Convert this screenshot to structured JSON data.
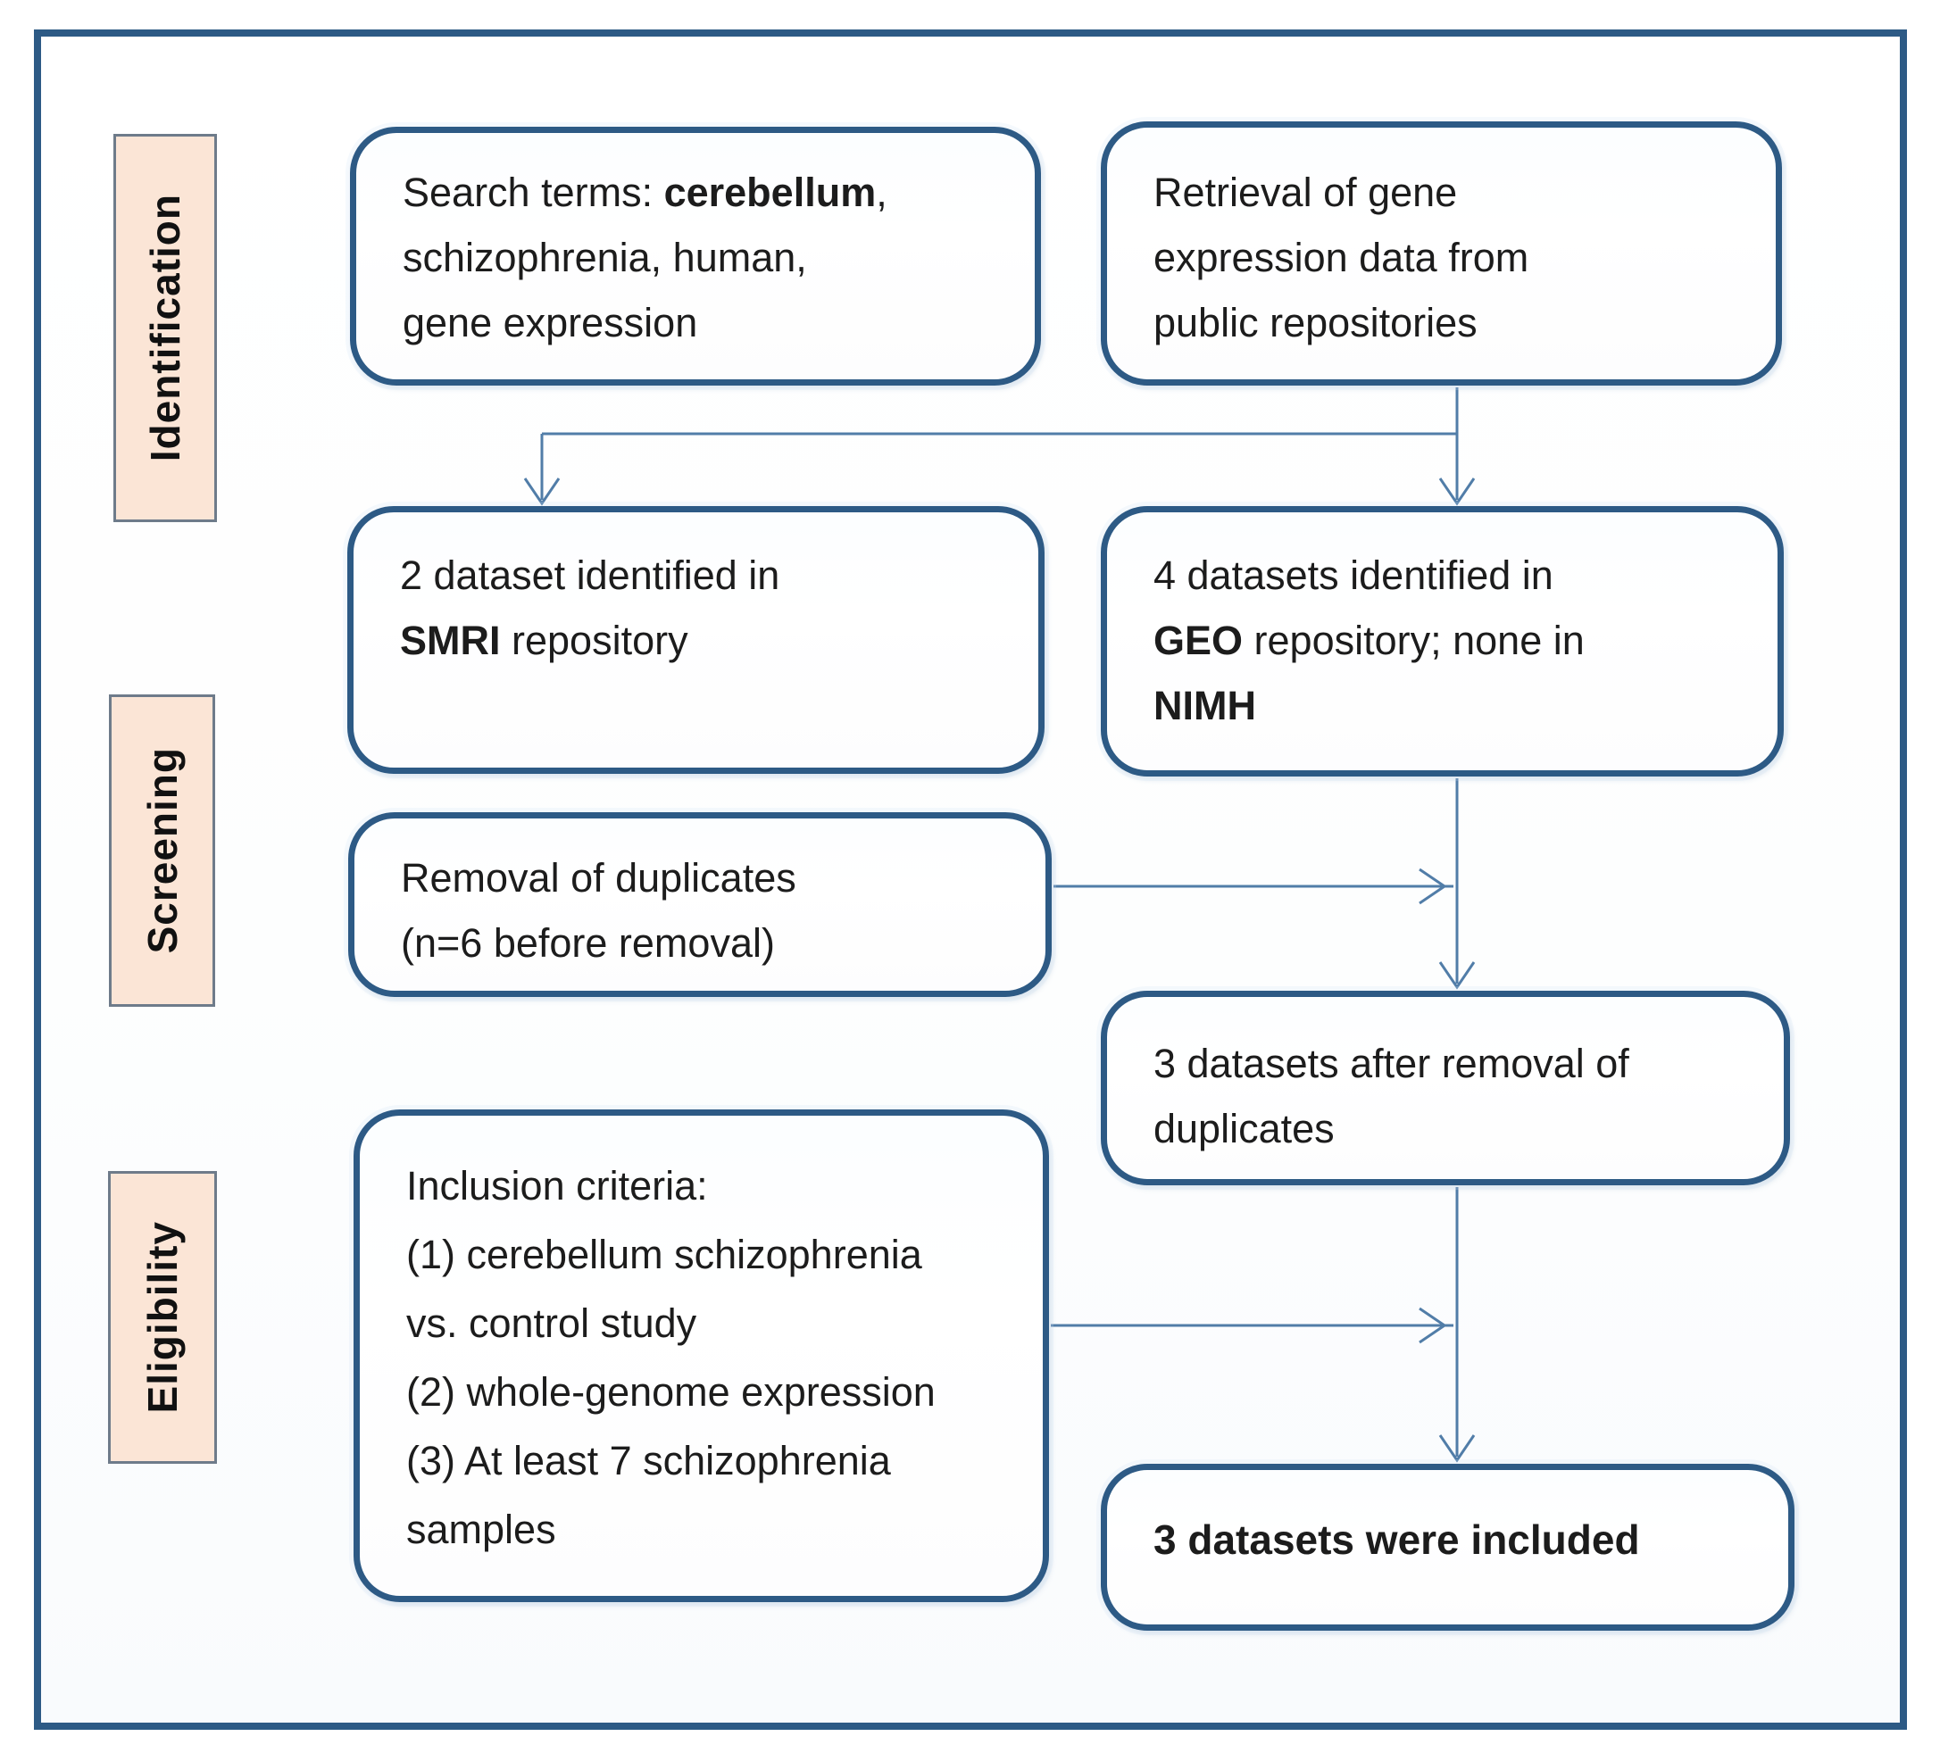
{
  "figure": {
    "kind": "flow-diagram",
    "description": "Dataset identification and selection flowchart"
  },
  "stages": [
    {
      "id": "identification",
      "label": "Identification"
    },
    {
      "id": "screening",
      "label": "Screening"
    },
    {
      "id": "eligibility",
      "label": "Eligibility"
    }
  ],
  "boxes": {
    "search_terms": {
      "lines": [
        [
          {
            "t": "Search terms: "
          },
          {
            "t": "cerebellum",
            "b": true
          },
          {
            "t": ","
          }
        ],
        [
          {
            "t": "schizophrenia, human,"
          }
        ],
        [
          {
            "t": "gene expression"
          }
        ]
      ]
    },
    "retrieval": {
      "lines": [
        [
          {
            "t": "Retrieval of gene"
          }
        ],
        [
          {
            "t": "expression data from"
          }
        ],
        [
          {
            "t": "public repositories"
          }
        ]
      ]
    },
    "smri": {
      "lines": [
        [
          {
            "t": "2 dataset identified in"
          }
        ],
        [
          {
            "t": "SMRI",
            "b": true
          },
          {
            "t": " repository"
          }
        ]
      ]
    },
    "geo": {
      "lines": [
        [
          {
            "t": "4 datasets identified in"
          }
        ],
        [
          {
            "t": "GEO",
            "b": true
          },
          {
            "t": " repository; none in"
          }
        ],
        [
          {
            "t": "NIMH",
            "b": true
          }
        ]
      ]
    },
    "removal": {
      "lines": [
        [
          {
            "t": "Removal of duplicates"
          }
        ],
        [
          {
            "t": "(n=6 before removal)"
          }
        ]
      ]
    },
    "after_removal": {
      "lines": [
        [
          {
            "t": "3 datasets after removal of"
          }
        ],
        [
          {
            "t": "duplicates"
          }
        ]
      ]
    },
    "inclusion": {
      "lines": [
        [
          {
            "t": "Inclusion criteria:"
          }
        ],
        [
          {
            "t": "(1) cerebellum schizophrenia"
          }
        ],
        [
          {
            "t": "vs. control study"
          }
        ],
        [
          {
            "t": "(2) whole-genome expression"
          }
        ],
        [
          {
            "t": "(3) At least 7 schizophrenia"
          }
        ],
        [
          {
            "t": "samples"
          }
        ]
      ]
    },
    "included": {
      "lines": [
        [
          {
            "t": "3 datasets were included",
            "b": true
          }
        ]
      ]
    }
  },
  "colors": {
    "frame_border": "#2d5a85",
    "box_border": "#2d5a85",
    "arrow": "#517da8",
    "stage_fill": "#fbe5d6",
    "stage_border": "#6e7b8a",
    "text": "#1c1c1c"
  }
}
